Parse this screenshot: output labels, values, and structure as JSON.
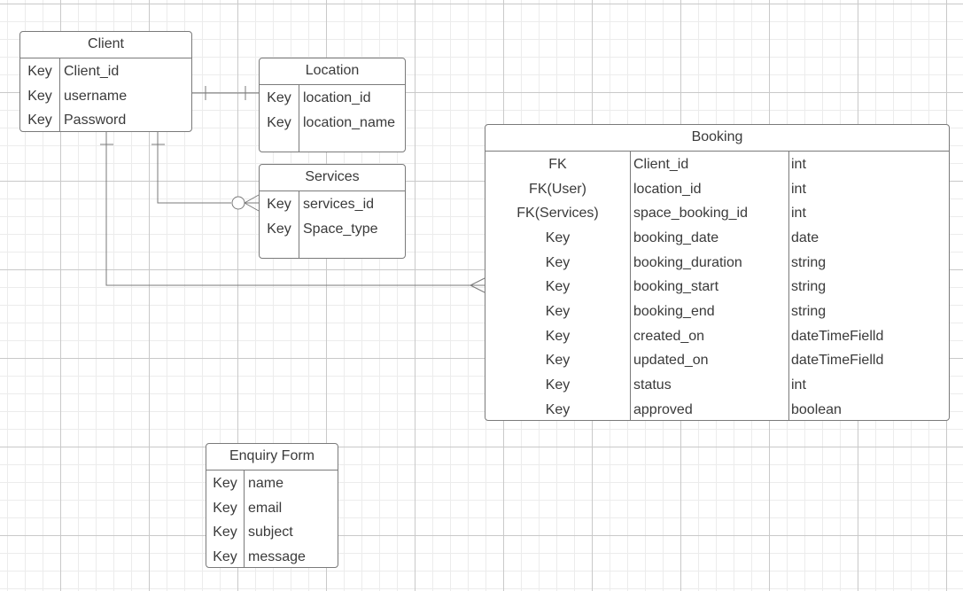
{
  "entities": {
    "client": {
      "title": "Client",
      "rows": [
        {
          "key": "Key",
          "field": "Client_id"
        },
        {
          "key": "Key",
          "field": "username"
        },
        {
          "key": "Key",
          "field": "Password"
        }
      ]
    },
    "location": {
      "title": "Location",
      "rows": [
        {
          "key": "Key",
          "field": "location_id"
        },
        {
          "key": "Key",
          "field": "location_name"
        }
      ]
    },
    "services": {
      "title": "Services",
      "rows": [
        {
          "key": "Key",
          "field": "services_id"
        },
        {
          "key": "Key",
          "field": "Space_type"
        }
      ]
    },
    "booking": {
      "title": "Booking",
      "rows": [
        {
          "key": "FK",
          "field": "Client_id",
          "type": "int"
        },
        {
          "key": "FK(User)",
          "field": "location_id",
          "type": "int"
        },
        {
          "key": "FK(Services)",
          "field": "space_booking_id",
          "type": "int"
        },
        {
          "key": "Key",
          "field": "booking_date",
          "type": "date"
        },
        {
          "key": "Key",
          "field": "booking_duration",
          "type": "string"
        },
        {
          "key": "Key",
          "field": "booking_start",
          "type": "string"
        },
        {
          "key": "Key",
          "field": "booking_end",
          "type": "string"
        },
        {
          "key": "Key",
          "field": "created_on",
          "type": "dateTimeFielld"
        },
        {
          "key": "Key",
          "field": "updated_on",
          "type": "dateTimeFielld"
        },
        {
          "key": "Key",
          "field": "status",
          "type": "int"
        },
        {
          "key": "Key",
          "field": "approved",
          "type": "boolean"
        }
      ]
    },
    "enquiry_form": {
      "title": "Enquiry Form",
      "rows": [
        {
          "key": "Key",
          "field": "name"
        },
        {
          "key": "Key",
          "field": "email"
        },
        {
          "key": "Key",
          "field": "subject"
        },
        {
          "key": "Key",
          "field": "message"
        }
      ]
    }
  },
  "relationships": [
    {
      "from": "Client",
      "to": "Location",
      "notation": "one-to-one"
    },
    {
      "from": "Client",
      "to": "Services",
      "notation": "one-to-zero-or-many"
    },
    {
      "from": "Client",
      "to": "Booking",
      "notation": "one-to-many"
    }
  ],
  "colors": {
    "line": "#7a7a7a",
    "text": "#3a3a3a",
    "grid_major": "#c9c9c9",
    "grid_minor": "#ececec"
  }
}
